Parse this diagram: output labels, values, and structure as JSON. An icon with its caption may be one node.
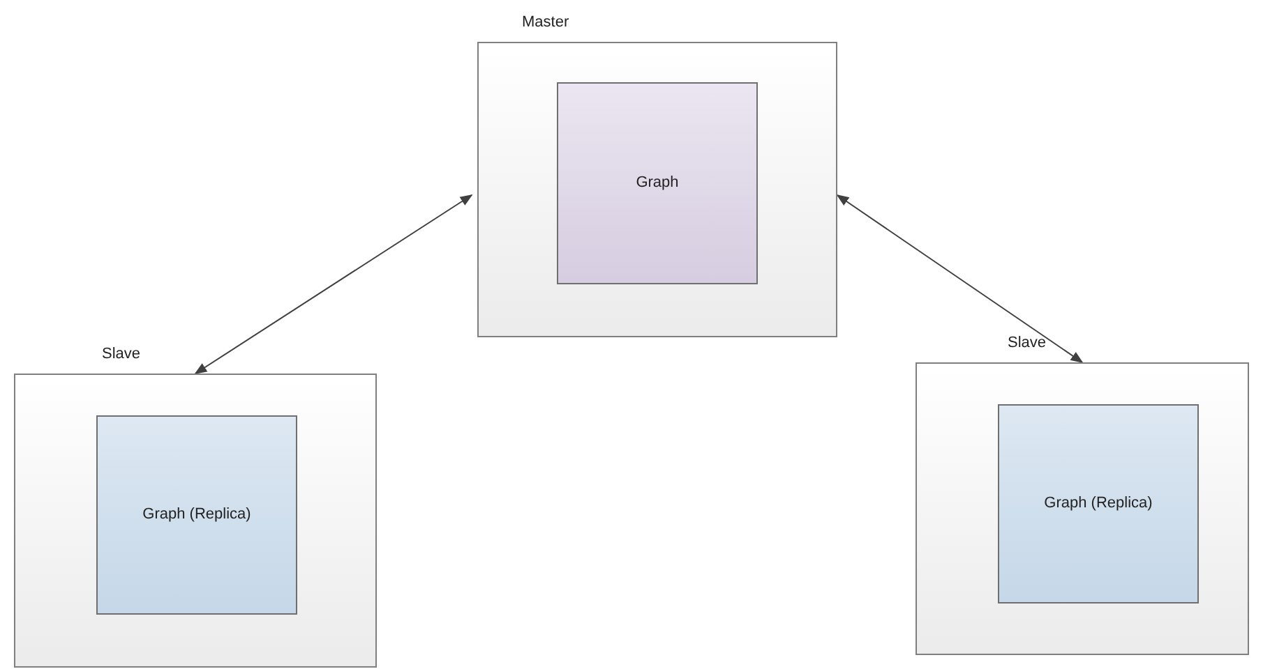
{
  "diagram": {
    "nodes": [
      {
        "text": [
          "Master"
        ]
      },
      {
        "text": [
          "Graph"
        ],
        "in": 0
      },
      {
        "text": [
          "Slave"
        ]
      },
      {
        "text": [
          "Graph (Replica)"
        ],
        "in": 2
      },
      {
        "text": [
          "Slave"
        ]
      },
      {
        "text": [
          "Graph (Replica)"
        ],
        "in": 4
      }
    ],
    "edges": [
      {
        "from": 0,
        "to": 2,
        "arrow": "both"
      },
      {
        "from": 0,
        "to": 4,
        "arrow": "both"
      }
    ]
  }
}
